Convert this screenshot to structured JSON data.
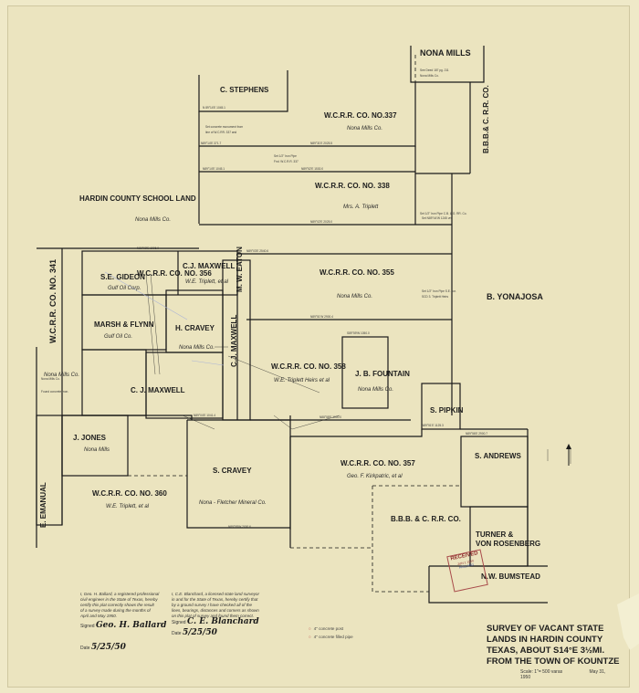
{
  "map": {
    "title_lines": [
      "SURVEY OF VACANT STATE",
      "LANDS IN HARDIN COUNTY",
      "TEXAS, ABOUT S14°E 3½MI.",
      "FROM THE TOWN OF KOUNTZE"
    ],
    "scale_text": "Scale: 1\"= 500 varas",
    "date_text": "May 31, 1950",
    "tracts": {
      "nona_mills": "NONA MILLS",
      "c_stephens": "C. STEPHENS",
      "wcrr_337": "W.C.R.R. CO. NO.337",
      "bbc_rr_top": "B.B.B.& C. R.R. CO.",
      "hardin_school": "HARDIN COUNTY SCHOOL LAND",
      "wcrr_338": "W.C.R.R. CO. NO. 338",
      "wcrr_355": "W.C.R.R. CO. NO. 355",
      "cj_maxwell_top": "C.J. MAXWELL",
      "se_gideon": "S.E. GIDEON",
      "wcrr_356": "W.C.R.R. CO. NO. 356",
      "m_w_eaton": "M. W. EATON",
      "b_yonajosa": "B. YONAJOSA",
      "wcrr_341": "W.C.R.R. CO. NO. 341",
      "marsh_flynn": "MARSH & FLYNN",
      "h_cravey": "H. CRAVEY",
      "cj_maxwell_mid": "C.J. MAXWELL",
      "wcrr_358": "W.C.R.R. CO. NO. 358",
      "jb_fountain": "J. B. FOUNTAIN",
      "cj_maxwell_low": "C. J. MAXWELL",
      "s_pipkin": "S. PIPKIN",
      "j_jones": "J. JONES",
      "s_andrews": "S. ANDREWS",
      "e_emanual": "E. EMANUAL",
      "s_cravey": "S. CRAVEY",
      "wcrr_357": "W.C.R.R. CO. NO. 357",
      "wcrr_360": "W.C.R.R. CO. NO. 360",
      "bbc_rr_low": "B.B.B. & C. R.R. CO.",
      "turner_line1": "TURNER &",
      "turner_line2": "VON ROSENBERG",
      "nw_bumstead": "N.W. BUMSTEAD"
    },
    "owners": {
      "wcrr_337": "Nona Mills Co.",
      "wcrr_338": "Mrs. A. Triplett",
      "hardin_school": "Nona Mills Co.",
      "se_gideon": "Gulf Oil Corp.",
      "wcrr_356": "W.E. Triplett, et al",
      "wcrr_355": "Nona Mills Co.",
      "marsh_flynn": "Gulf Oil Co.",
      "h_cravey": "Nona Mills Co.",
      "wcrr_358": "W.E. Triplett Heirs et al",
      "jb_fountain": "Nona Mills Co.",
      "j_jones": "Nona Mills",
      "wcrr_360": "W.E. Triplett, et al",
      "s_cravey": "Nona - Fletcher Mineral Co.",
      "wcrr_357": "Geo. F. Kirkpatric, et al",
      "wcrr_341": "Nona Mills Co."
    },
    "stamp": {
      "text": "RECEIVED",
      "line2": "JUN 1 1950",
      "line3": "HOLLAND"
    },
    "legend": {
      "item1": "4\" concrete post",
      "item2": "4\" concrete filled pipe"
    },
    "signature_left": {
      "label": "Signed",
      "name": "Geo. H. Ballard",
      "date_label": "Date",
      "date": "5/25/50"
    },
    "signature_right": {
      "label": "Signed",
      "name": "C. E. Blanchard",
      "date_label": "Date",
      "date": "5/25/50"
    }
  }
}
